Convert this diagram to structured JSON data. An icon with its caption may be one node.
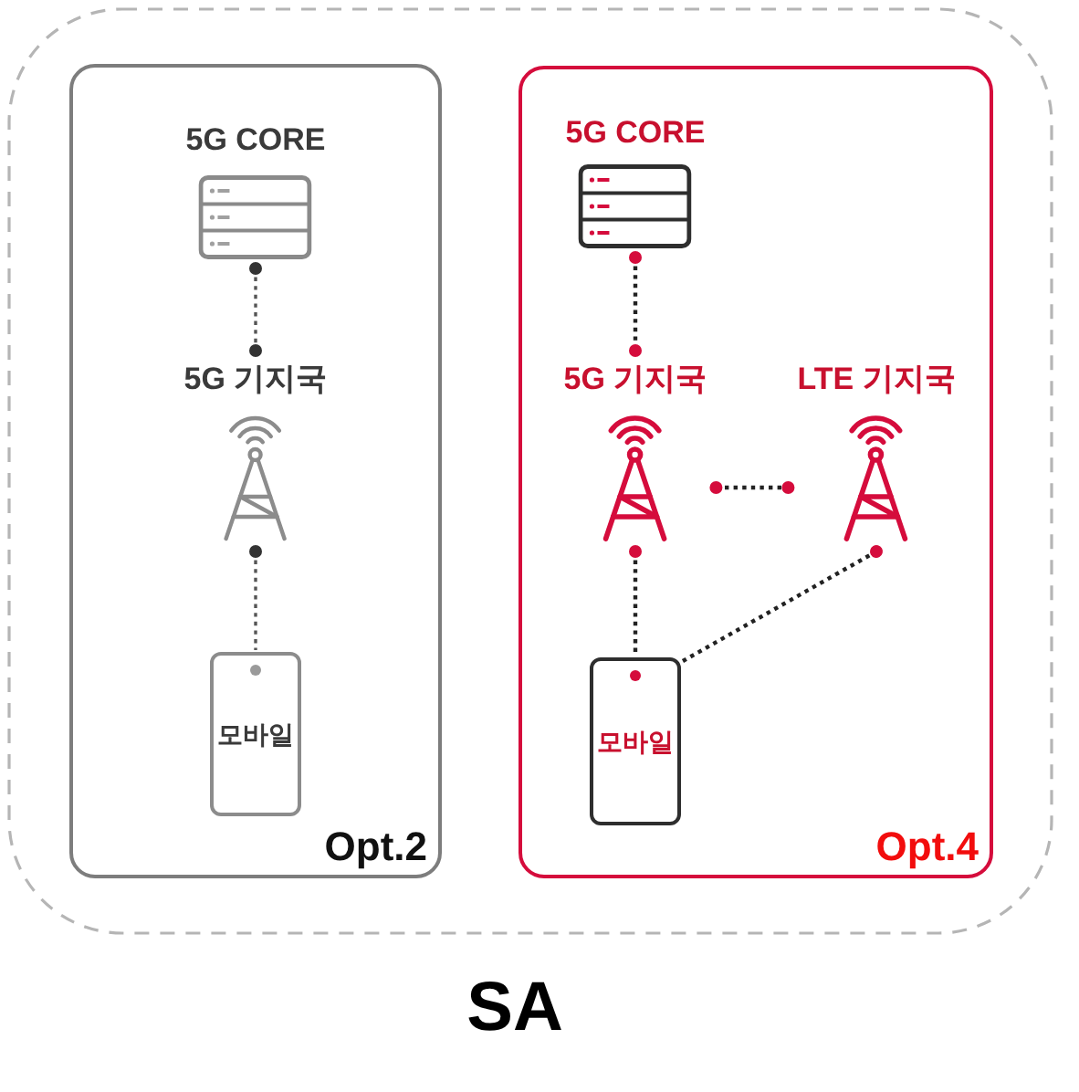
{
  "diagram": {
    "title": "SA",
    "nodes": [
      {
        "text": [],
        "shape": "box"
      },
      {
        "text": [
          "Opt.2"
        ],
        "in": 0
      },
      {
        "text": [
          "5G CORE"
        ],
        "in": 1
      },
      {
        "text": [
          "5G 기지국"
        ],
        "in": 1
      },
      {
        "text": [
          "모바일"
        ],
        "in": 1
      },
      {
        "text": [
          "Opt.4"
        ],
        "in": 0
      },
      {
        "text": [
          "5G CORE"
        ],
        "in": 5
      },
      {
        "text": [
          "5G 기지국"
        ],
        "in": 5
      },
      {
        "text": [
          "LTE 기지국"
        ],
        "in": 5
      },
      {
        "text": [
          "모바일"
        ],
        "in": 5
      }
    ],
    "edges": [
      {
        "from": 2,
        "to": 3,
        "arrow": "other",
        "style": "dashed"
      },
      {
        "from": 3,
        "to": 4,
        "arrow": "other",
        "style": "dashed"
      },
      {
        "from": 6,
        "to": 7,
        "arrow": "other",
        "style": "dashed"
      },
      {
        "from": 7,
        "to": 8,
        "arrow": "other",
        "style": "dashed"
      },
      {
        "from": 7,
        "to": 9,
        "arrow": "other",
        "style": "dashed"
      },
      {
        "from": 9,
        "to": 8,
        "arrow": "other",
        "style": "dashed"
      }
    ]
  }
}
